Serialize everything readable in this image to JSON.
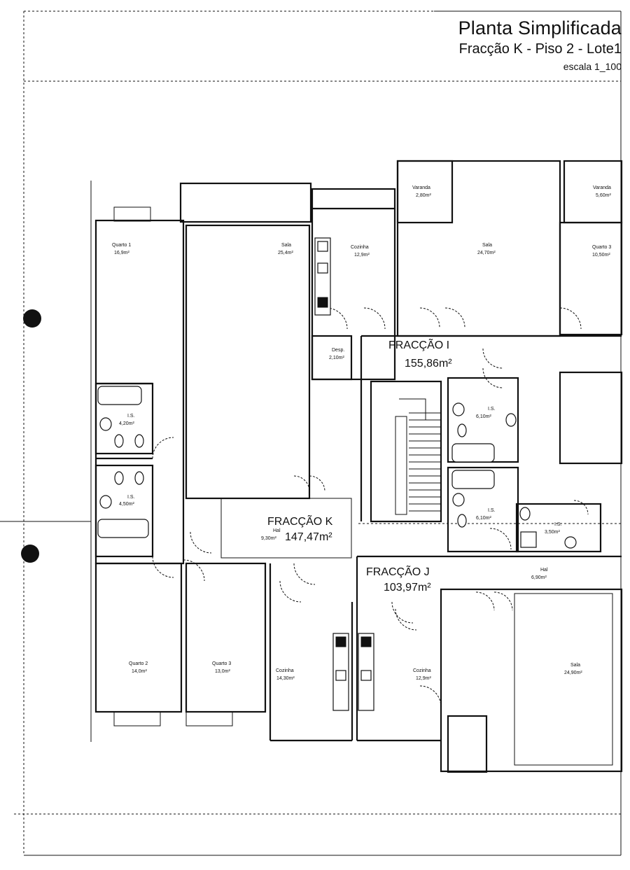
{
  "header": {
    "title": "Planta Simplificada",
    "subtitle": "Fracção K - Piso 2 - Lote1",
    "scale": "escala 1_100"
  },
  "fractions": {
    "k": {
      "label": "FRACÇÃO K",
      "area": "147,47m²"
    },
    "i": {
      "label": "FRACÇÃO I",
      "area": "155,86m²"
    },
    "j": {
      "label": "FRACÇÃO J",
      "area": "103,97m²"
    }
  },
  "rooms": {
    "quarto1": {
      "name": "Quarto 1",
      "area": "16,9m²"
    },
    "sala_k": {
      "name": "Sala",
      "area": "25,4m²"
    },
    "cozinha_top": {
      "name": "Cozinha",
      "area": "12,9m²"
    },
    "varanda_1": {
      "name": "Varanda",
      "area": "2,80m²"
    },
    "sala_i": {
      "name": "Sala",
      "area": "24,70m²"
    },
    "varanda_2": {
      "name": "Varanda",
      "area": "5,60m²"
    },
    "quarto3_i": {
      "name": "Quarto 3",
      "area": "10,50m²"
    },
    "desp": {
      "name": "Desp.",
      "area": "2,10m²"
    },
    "is_k1": {
      "name": "I.S.",
      "area": "4,20m²"
    },
    "is_k2": {
      "name": "I.S.",
      "area": "4,50m²"
    },
    "is_i1": {
      "name": "I.S.",
      "area": "6,10m²"
    },
    "is_i2": {
      "name": "I.S.",
      "area": "6,10m²"
    },
    "is_j": {
      "name": "I.S.",
      "area": "3,50m²"
    },
    "hall_k": {
      "name": "Hal",
      "area": "9,30m²"
    },
    "hall_j": {
      "name": "Hal",
      "area": "6,90m²"
    },
    "quarto2": {
      "name": "Quarto 2",
      "area": "14,0m²"
    },
    "quarto3_k": {
      "name": "Quarto 3",
      "area": "13,0m²"
    },
    "cozinha_k": {
      "name": "Cozinha",
      "area": "14,30m²"
    },
    "cozinha_j": {
      "name": "Cozinha",
      "area": "12,9m²"
    },
    "sala_j": {
      "name": "Sala",
      "area": "24,90m²"
    }
  }
}
